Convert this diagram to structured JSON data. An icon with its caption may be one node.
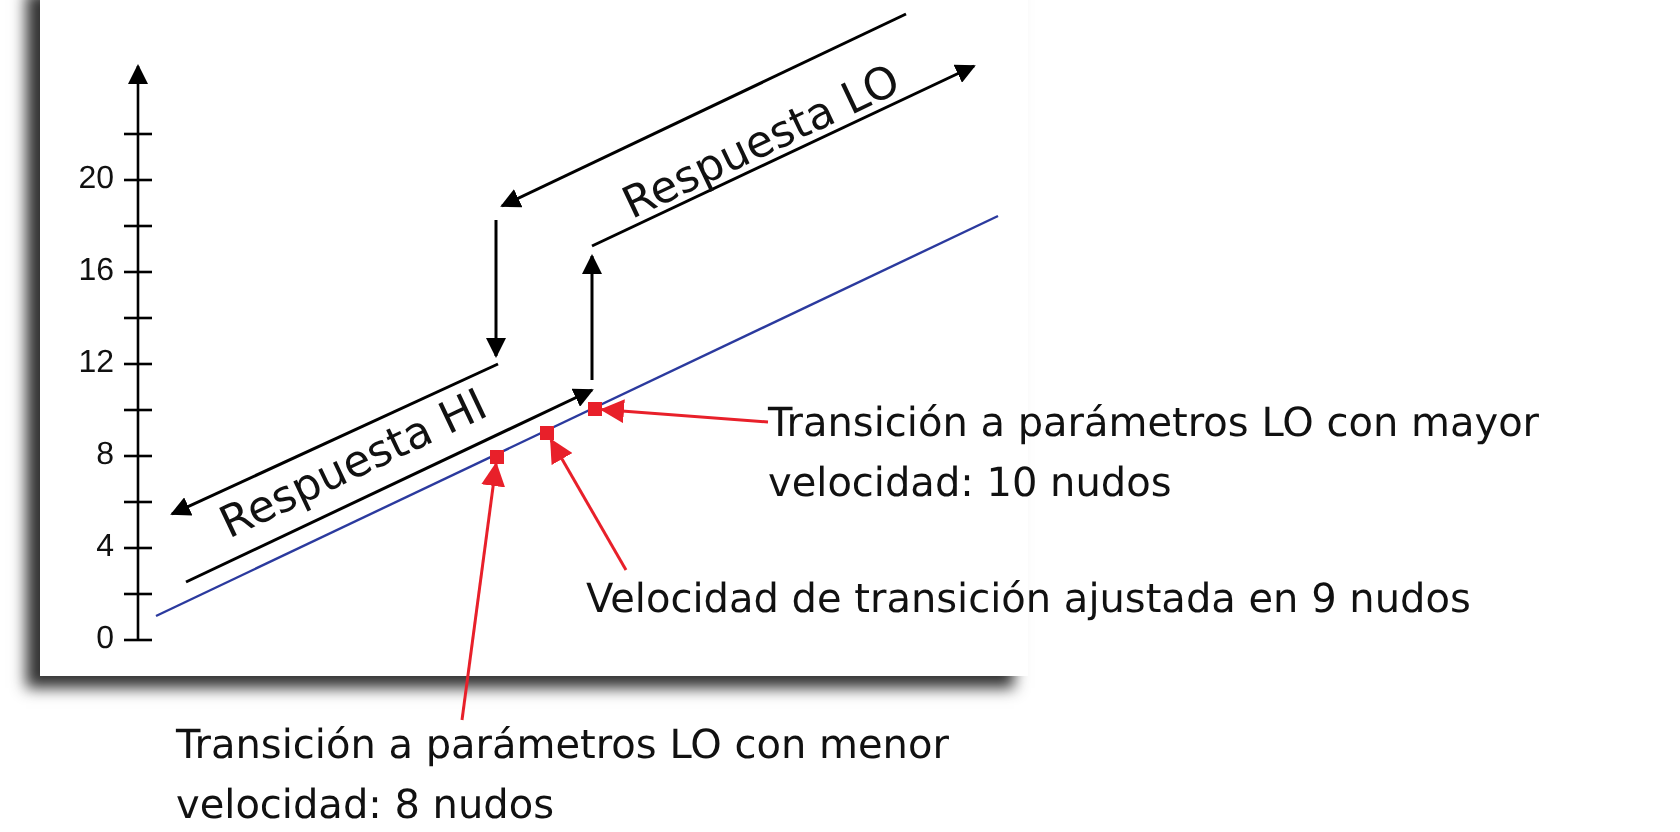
{
  "diagram": {
    "nodes": [
      {
        "text": [
          "Transición a parámetros LO con mayor velocidad: 10 nudos"
        ]
      },
      {
        "text": [],
        "shape": "box"
      },
      {
        "text": [
          "Velocidad de transición ajustada en 9 nudos"
        ]
      },
      {
        "text": [],
        "shape": "box"
      },
      {
        "text": [
          "Transición a parámetros LO con menor velocidad: 8 nudos"
        ]
      },
      {
        "text": [],
        "shape": "box"
      }
    ],
    "edges": [
      {
        "from": 0,
        "to": 1,
        "arrow": "to"
      },
      {
        "from": 2,
        "to": 3,
        "arrow": "to"
      },
      {
        "from": 4,
        "to": 5,
        "arrow": "to"
      }
    ],
    "labels": [
      "20",
      "16",
      "12",
      "8",
      "4",
      "0",
      "Respuesta LO",
      "Respuesta HI"
    ]
  }
}
